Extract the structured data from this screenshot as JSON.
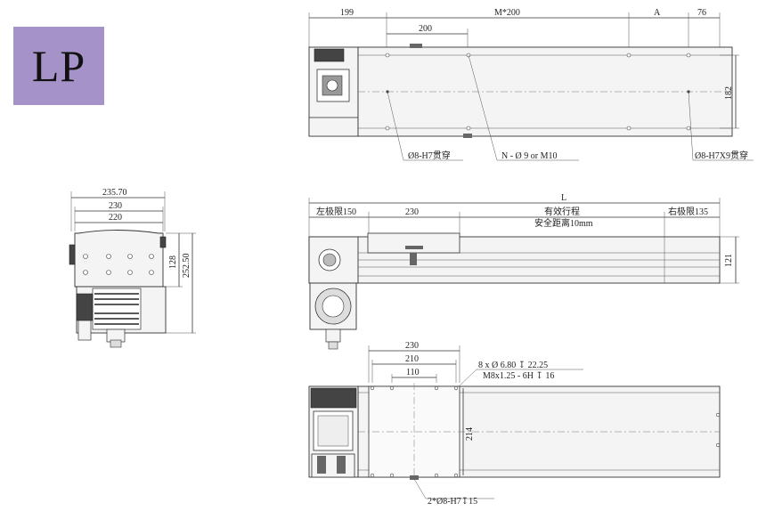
{
  "badge": {
    "label": "LP"
  },
  "colors": {
    "badge_bg": "#a592c8",
    "line": "#333333"
  },
  "top_view": {
    "dim_199": "199",
    "dim_pitch": "M*200",
    "dim_A": "A",
    "dim_76": "76",
    "dim_200": "200",
    "dim_182": "182",
    "callout_pin": "Ø8-H7贯穿",
    "callout_holes": "N - Ø 9 or M10",
    "callout_pins_x9": "Ø8-H7X9贯穿"
  },
  "end_view": {
    "dim_23570": "235.70",
    "dim_230": "230",
    "dim_220": "220",
    "dim_128": "128",
    "dim_25250": "252.50"
  },
  "side_view": {
    "dim_L": "L",
    "left_limit": "左极限150",
    "dim_230": "230",
    "stroke": "有效行程",
    "safety": "安全距离10mm",
    "right_limit": "右极限135",
    "dim_121": "121"
  },
  "carriage_view": {
    "dim_230": "230",
    "dim_210": "210",
    "dim_110": "110",
    "callout_line1": "8 x Ø 6.80 ↧ 22.25",
    "callout_line2": "M8x1.25 - 6H ↧ 16",
    "dim_214": "214",
    "callout_bottom": "2*Ø8-H7↧15"
  }
}
